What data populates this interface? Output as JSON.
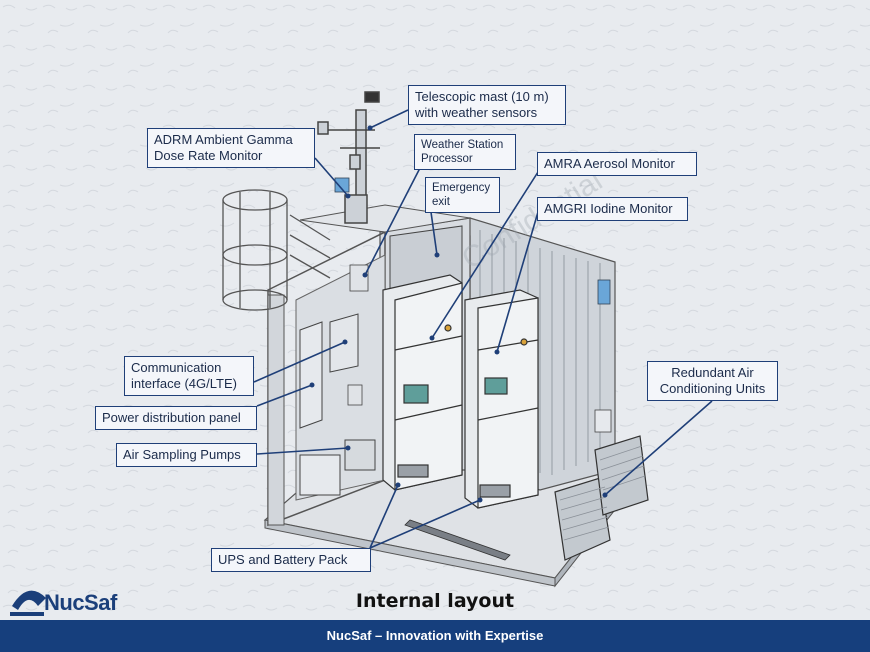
{
  "labels": {
    "telescopic_mast": [
      "Telescopic mast (10 m)",
      "with weather sensors"
    ],
    "adrm": [
      "ADRM Ambient Gamma",
      "Dose Rate Monitor"
    ],
    "weather_station": [
      "Weather Station",
      "Processor"
    ],
    "amra": [
      "AMRA Aerosol Monitor"
    ],
    "emergency_exit": [
      "Emergency",
      "exit"
    ],
    "amgri": [
      "AMGRI Iodine Monitor"
    ],
    "communication": [
      "Communication",
      "interface (4G/LTE)"
    ],
    "power_panel": [
      "Power distribution panel"
    ],
    "air_pumps": [
      "Air Sampling Pumps"
    ],
    "air_conditioning": [
      "Redundant Air",
      "Conditioning Units"
    ],
    "ups": [
      "UPS and Battery Pack"
    ]
  },
  "title": "Internal layout",
  "footer": "NucSaf – Innovation with Expertise",
  "logo_text": "NucSaf",
  "watermark": "Confidential",
  "colors": {
    "callout_border": "#1f3f78",
    "footer_bg": "#163f7d",
    "leader": "#1f3f78"
  }
}
